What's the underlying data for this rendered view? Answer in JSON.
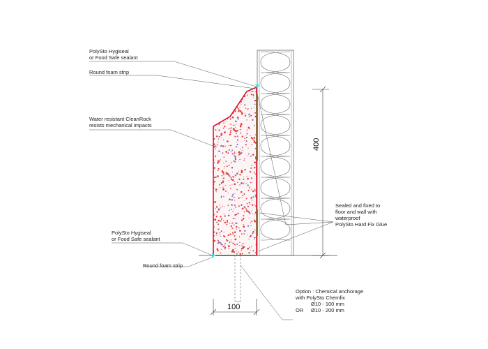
{
  "annotations": {
    "top_sealant": [
      "PolySto Hygiseal",
      "or  Food Safe sealant"
    ],
    "top_foam": "Round foam strip",
    "cleanrock": [
      "Water resistant  CleanRock",
      "resists mechanical impacts"
    ],
    "bottom_sealant": [
      "PolySto Hygiseal",
      "or  Food Safe sealant"
    ],
    "bottom_foam": "Round foam strip",
    "glue": [
      "Sealed and fixed to",
      "floor and wall with",
      "waterproof",
      "PolySto Hard Fix Glue"
    ],
    "option": {
      "line1": "Option : Chemical anchorage",
      "line2": "with PolySto Chemfix",
      "size1": "Ø10 - 100 mm",
      "or_word": "OR",
      "size2": "Ø10 - 200 mm"
    }
  },
  "dimensions": {
    "height": "400",
    "width": "100"
  },
  "colors": {
    "outline": "#e0112b",
    "speckle_red": "#e23a3a",
    "speckle_blue": "#8a86c8",
    "glue": "#2aa83a",
    "sealant": "#3fe6e6",
    "linework": "#555555"
  }
}
